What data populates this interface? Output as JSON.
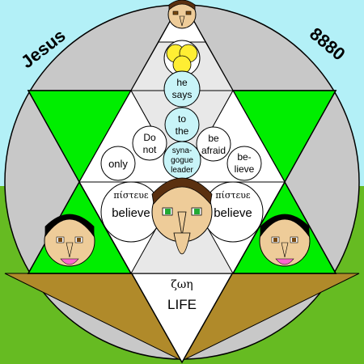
{
  "title": "Jesus",
  "number": "8880",
  "words": {
    "he": "he",
    "says": "says",
    "to": "to",
    "the": "the",
    "do": "Do",
    "not": "not",
    "be": "be",
    "afraid": "afraid",
    "only": "only",
    "syna": "syna-",
    "gogue": "gogue",
    "leader": "leader",
    "be_hyphen": "be-",
    "lieve": "lieve",
    "believe_left": "believe",
    "believe_right": "believe",
    "greek_left": "πίστευε",
    "greek_right": "πίστευε",
    "greek_life": "ζωη",
    "life": "LIFE"
  },
  "colors": {
    "sky": "#b3f0f7",
    "grass": "#66bb22",
    "soil": "#b08a2a",
    "ring": "#c8c8c8",
    "green": "#00ee00",
    "light_blue": "#c8f4f8",
    "yellow": "#ffee33",
    "lip": "#ff66cc",
    "skin": "#eecc99",
    "hair": "#5a3010",
    "eye_green": "#22aa33",
    "eye_brown": "#7a4a10"
  }
}
